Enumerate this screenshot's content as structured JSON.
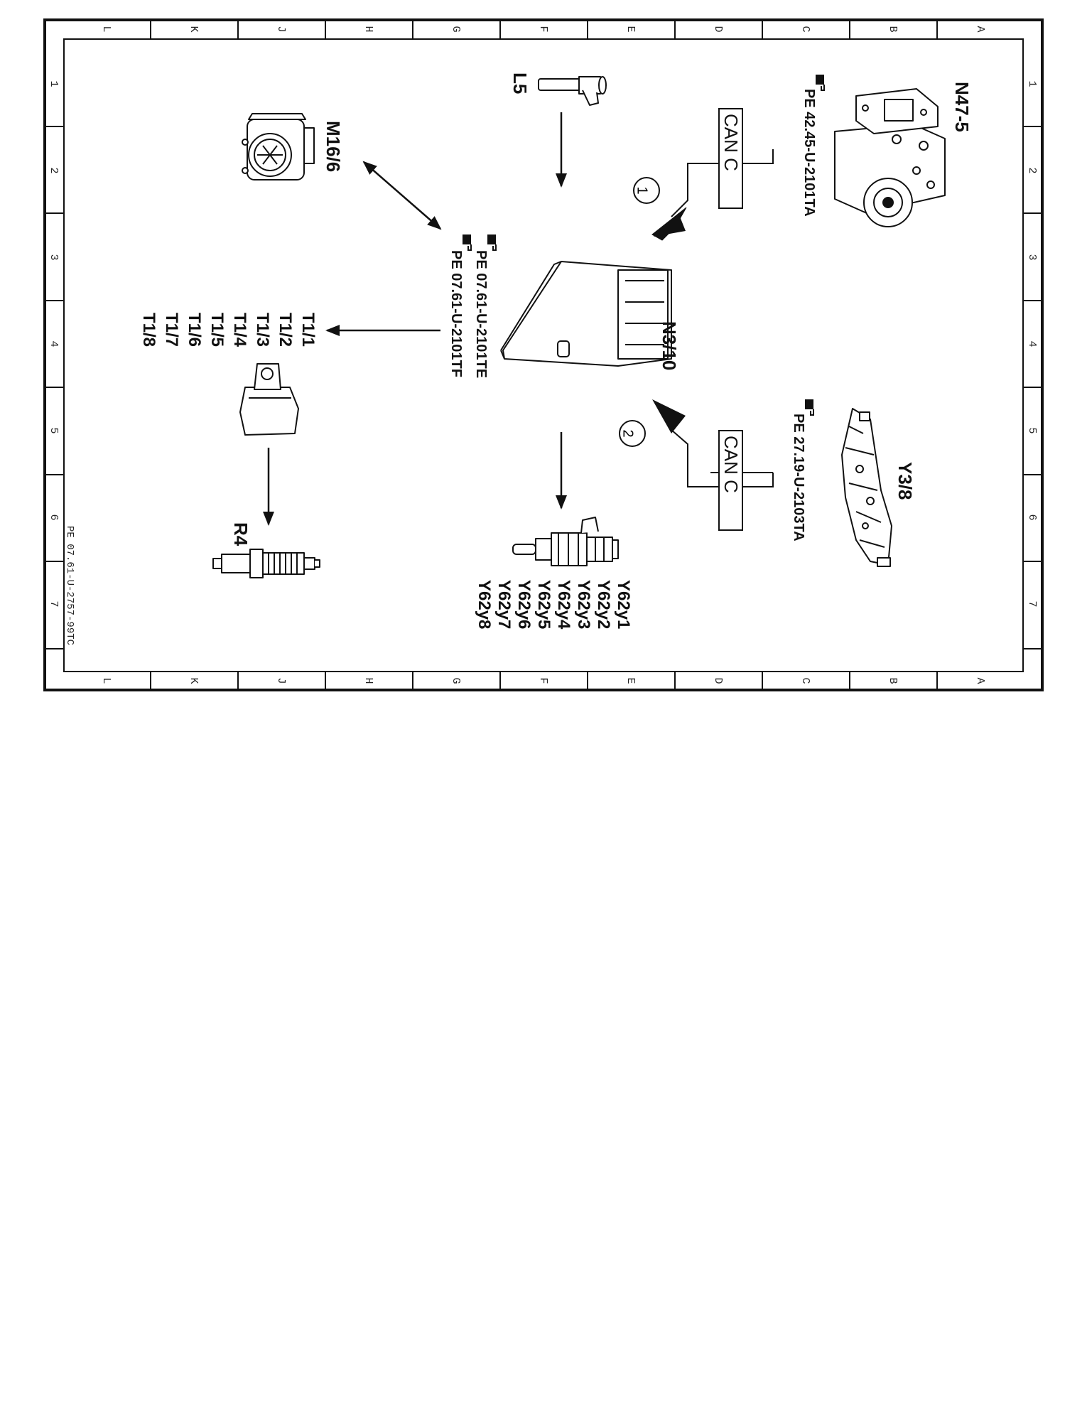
{
  "page": {
    "ref_code": "PE 07.61-U-2757-99TC"
  },
  "grid": {
    "letters": [
      "L",
      "K",
      "J",
      "H",
      "G",
      "F",
      "E",
      "D",
      "C",
      "B",
      "A"
    ],
    "numbers": [
      "1",
      "2",
      "3",
      "4",
      "5",
      "6",
      "7"
    ]
  },
  "components": {
    "control_unit": "N3/10",
    "abs_unit": "N47-5",
    "transmission_unit": "Y3/8",
    "crank_sensor": "L5",
    "throttle": "M16/6",
    "spark_plug": "R4"
  },
  "refs": {
    "abs": "PE  42.45-U-2101TA",
    "trans": "PE  27.19-U-2103TA",
    "ecu_1": "PE  07.61-U-2101TE",
    "ecu_2": "PE  07.61-U-2101TF"
  },
  "can": {
    "label_1": "CAN C",
    "label_2": "CAN C",
    "num_1": "1",
    "num_2": "2"
  },
  "ignition_coils": [
    "T1/1",
    "T1/2",
    "T1/3",
    "T1/4",
    "T1/5",
    "T1/6",
    "T1/7",
    "T1/8"
  ],
  "injectors": [
    "Y62y1",
    "Y62y2",
    "Y62y3",
    "Y62y4",
    "Y62y5",
    "Y62y6",
    "Y62y7",
    "Y62y8"
  ]
}
